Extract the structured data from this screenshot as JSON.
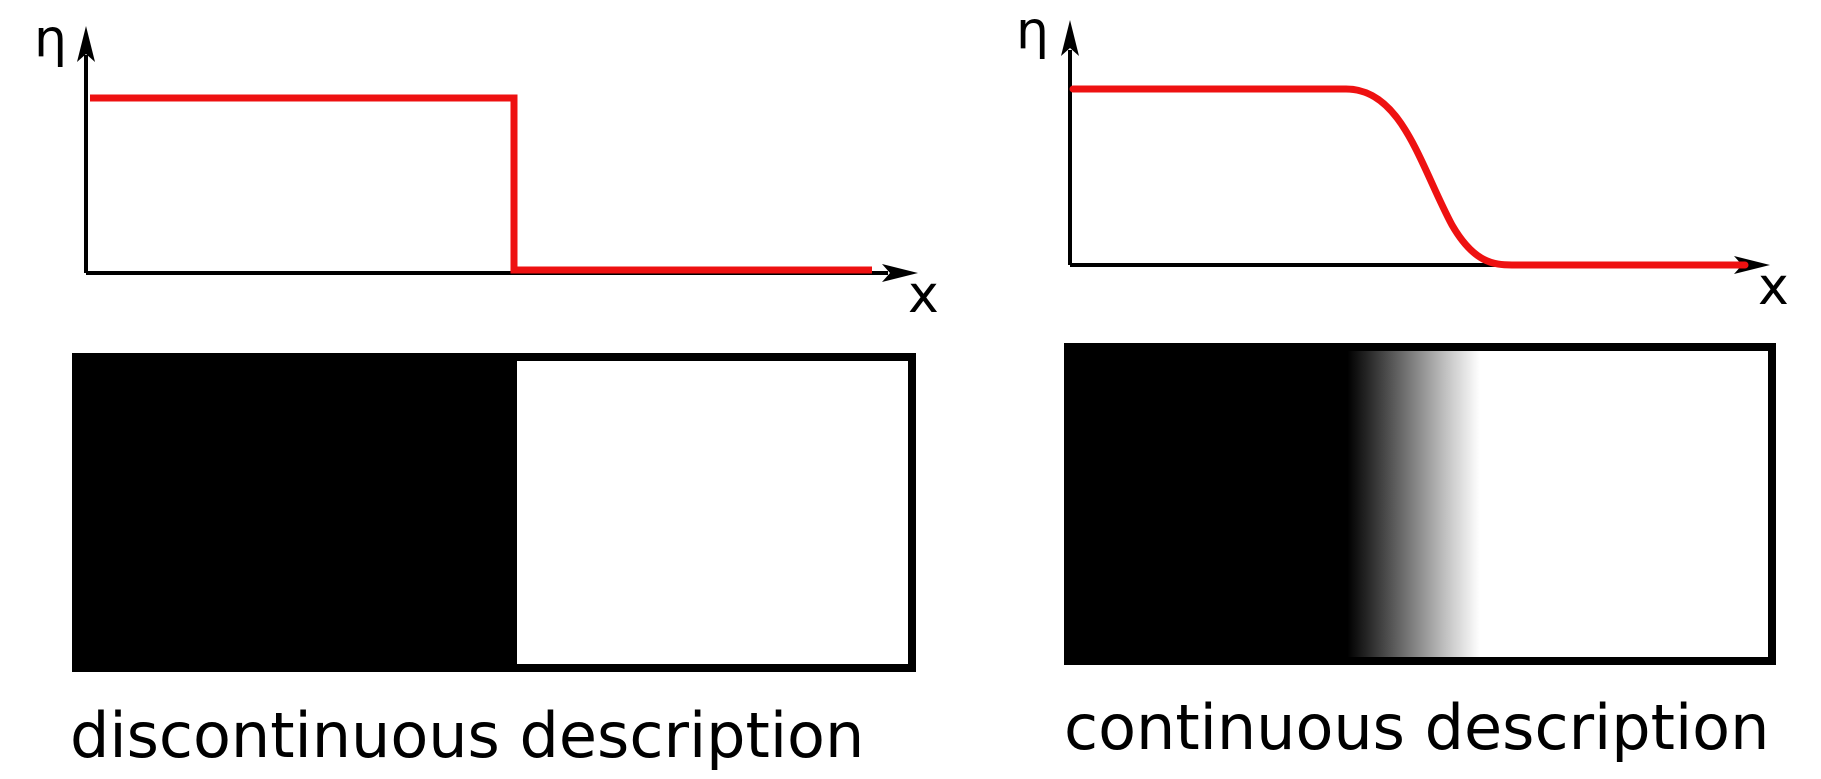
{
  "left_panel": {
    "y_axis_label": "η",
    "x_axis_label": "x",
    "caption": "discontinuous description",
    "profile": "step"
  },
  "right_panel": {
    "y_axis_label": "η",
    "x_axis_label": "x",
    "caption": "continuous description",
    "profile": "smooth"
  },
  "colors": {
    "curve": "#ee1111",
    "axis": "#000000",
    "phase_dark": "#000000",
    "phase_light": "#ffffff"
  }
}
